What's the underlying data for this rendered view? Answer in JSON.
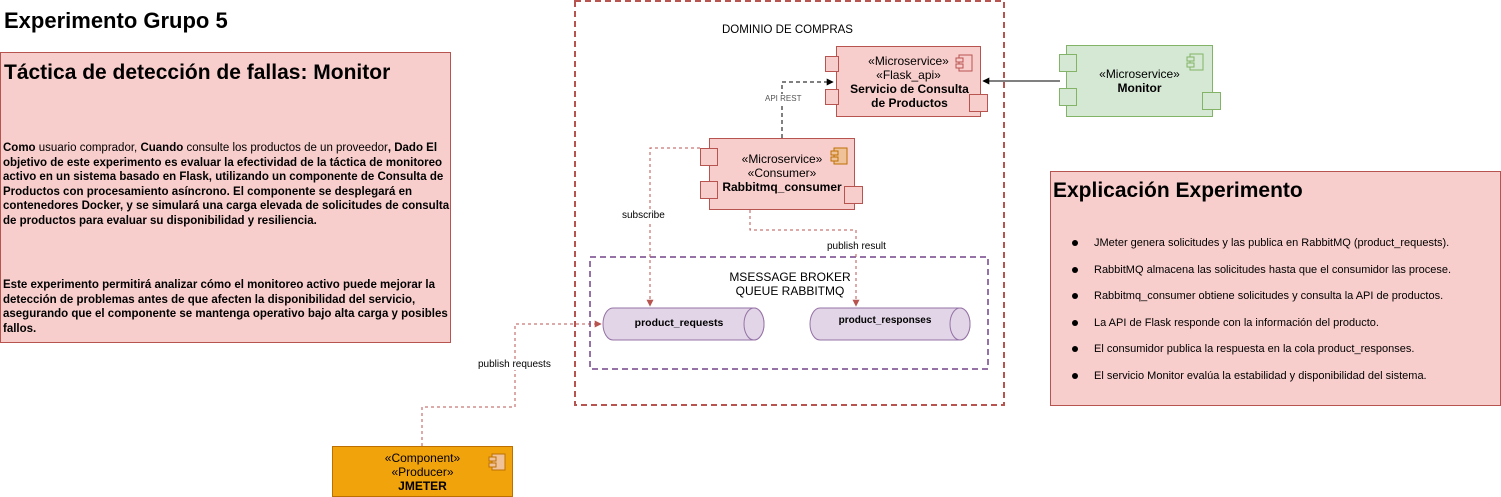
{
  "page_title": "Experimento Grupo 5",
  "tactic": {
    "heading": "Táctica de detección de fallas: Monitor",
    "paragraph1": {
      "como": "Como",
      "t1": " usuario comprador",
      "sep1": ", ",
      "cuando": "Cuando",
      "t2": " consulte los productos de un proveedor",
      "rest": ", Dado El objetivo de este experimento es evaluar la efectividad de la táctica de monitoreo activo en un sistema basado en Flask, utilizando un componente de Consulta de Productos con procesamiento asíncrono. El componente se desplegará en contenedores Docker, y se simulará una carga elevada de solicitudes de consulta de productos para evaluar su disponibilidad y resiliencia."
    },
    "paragraph2": "Este experimento permitirá analizar cómo el monitoreo activo puede mejorar la detección de problemas antes de que afecten la disponibilidad del servicio, asegurando que el componente se mantenga operativo bajo alta carga y posibles fallos."
  },
  "domain": {
    "label": "DOMINIO DE COMPRAS"
  },
  "flask_service": {
    "stereo1": "«Microservice»",
    "stereo2": "«Flask_api»",
    "name": "Servicio de Consulta de Productos"
  },
  "monitor": {
    "stereo": "«Microservice»",
    "name": "Monitor"
  },
  "consumer": {
    "stereo1": "«Microservice»",
    "stereo2": "«Consumer»",
    "name": "Rabbitmq_consumer"
  },
  "broker": {
    "line1": "MSESSAGE BROKER",
    "line2": "QUEUE RABBITMQ"
  },
  "queues": {
    "requests": "product_requests",
    "responses": "product_responses"
  },
  "edges": {
    "api_rest": "API REST",
    "subscribe": "subscribe",
    "publish_result": "publish result",
    "publish_requests": "publish requests"
  },
  "jmeter": {
    "stereo1": "«Component»",
    "stereo2": "«Producer»",
    "name": "JMETER"
  },
  "explanation": {
    "heading": "Explicación Experimento",
    "items": [
      "JMeter genera solicitudes y las publica en RabbitMQ (product_requests).",
      "RabbitMQ almacena las solicitudes hasta que el consumidor las procese.",
      "Rabbitmq_consumer obtiene solicitudes y consulta la API de productos.",
      "La API de Flask responde con la información del producto.",
      "El consumidor publica la respuesta en la cola product_responses.",
      "El servicio Monitor evalúa la estabilidad y disponibilidad del sistema."
    ]
  },
  "colors": {
    "red_fill": "#f8cecc",
    "red_stroke": "#b85450",
    "green_fill": "#d5e8d4",
    "green_stroke": "#82b366",
    "purple_fill": "#e1d5e7",
    "purple_stroke": "#9673a6",
    "orange_fill": "#f0a30a",
    "orange_stroke": "#bd7000"
  }
}
